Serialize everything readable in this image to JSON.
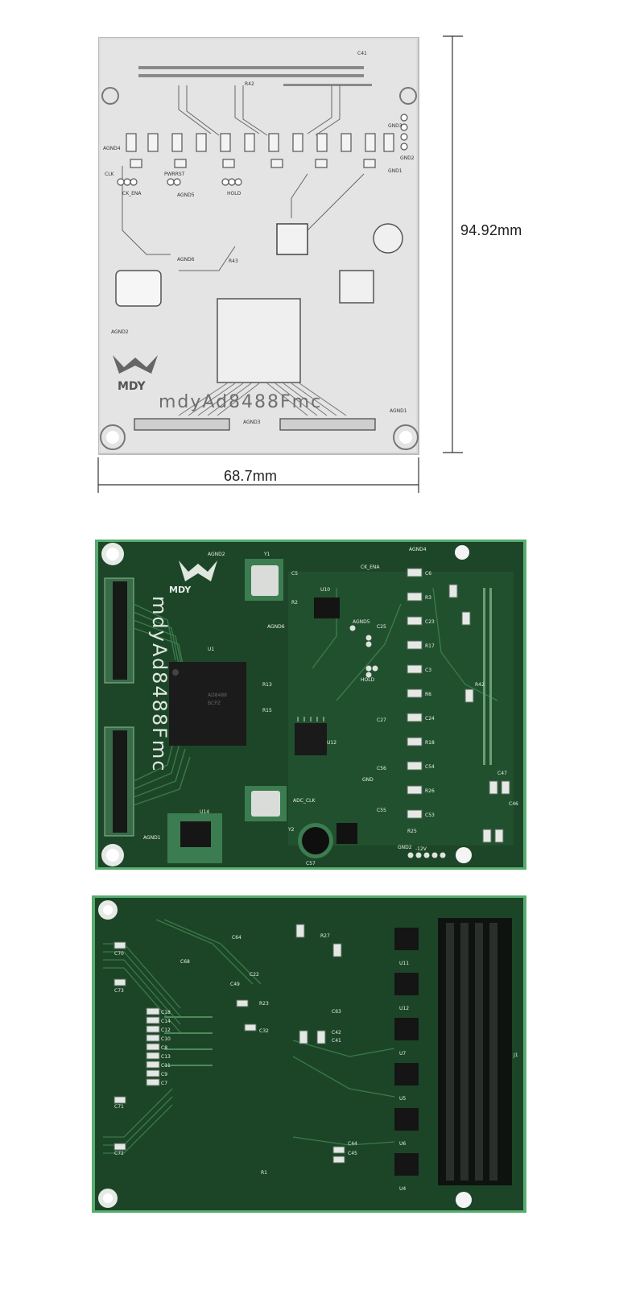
{
  "dimensions": {
    "width_label": "68.7mm",
    "height_label": "94.92mm"
  },
  "boards": {
    "outline": {
      "silk_name": "mdyAd8488Fmc",
      "logo_text": "MDY",
      "labels": {
        "agnd4": "AGND4",
        "agnd2": "AGND2",
        "agnd3": "AGND3",
        "agnd1": "AGND1",
        "agnd5": "AGND5",
        "agnd6": "AGND6",
        "gnd1": "GND1",
        "gnd2": "GND2",
        "gnd3": "GND3",
        "clk": "CLK",
        "ck_ena": "CK_ENA",
        "pwrrst": "PWRRST",
        "hold": "HOLD",
        "r42": "R42",
        "r43": "R43",
        "c41": "C41"
      }
    },
    "top": {
      "silk_name": "mdyAd8488Fmc",
      "logo_text": "MDY",
      "labels": {
        "y1": "Y1",
        "c5": "C5",
        "r2": "R2",
        "u10": "U10",
        "u1": "U1",
        "u14": "U14",
        "u12": "U12",
        "y2": "Y2",
        "adc_clk": "ADC_CLK",
        "neg12v": "-12V",
        "c57": "C57",
        "r25": "R25",
        "agnd2": "AGND2",
        "agnd4": "AGND4",
        "agnd6": "AGND6",
        "agnd5": "AGND5",
        "agnd1": "AGND1",
        "gnd": "GND",
        "gnd2": "GND2",
        "hold": "HOLD",
        "ck_ena": "CK_ENA",
        "c6": "C6",
        "r3": "R3",
        "c23": "C23",
        "r17": "R17",
        "c3": "C3",
        "r6": "R6",
        "c24": "C24",
        "r18": "R18",
        "c54": "C54",
        "r26": "R26",
        "c53": "C53",
        "c25": "C25",
        "c55": "C55",
        "c56": "C56",
        "c27": "C27",
        "r13": "R13",
        "r15": "R15",
        "r42": "R42",
        "c47": "C47",
        "c46": "C46"
      }
    },
    "bottom": {
      "labels": {
        "c70": "C70",
        "c73": "C73",
        "c71": "C71",
        "c72": "C72",
        "c68": "C68",
        "c64": "C64",
        "c49": "C49",
        "c22": "C22",
        "r23": "R23",
        "c32": "C32",
        "c63": "C63",
        "c42": "C42",
        "c41": "C41",
        "c44": "C44",
        "c45": "C45",
        "r1": "R1",
        "r27": "R27",
        "u11": "U11",
        "u12": "U12",
        "u7": "U7",
        "u5": "U5",
        "u6": "U6",
        "u4": "U4",
        "j1": "J1"
      },
      "cap_column": [
        "C18",
        "C14",
        "C12",
        "C10",
        "C8",
        "C13",
        "C11",
        "C9",
        "C7"
      ]
    }
  },
  "colors": {
    "pcb_green": "#1f4a2a",
    "pcb_green_light": "#2e6a3a",
    "pcb_edge": "#52a86a",
    "silk": "#e8efe8",
    "outline_bg": "#dcdcdc",
    "line": "#333333"
  }
}
